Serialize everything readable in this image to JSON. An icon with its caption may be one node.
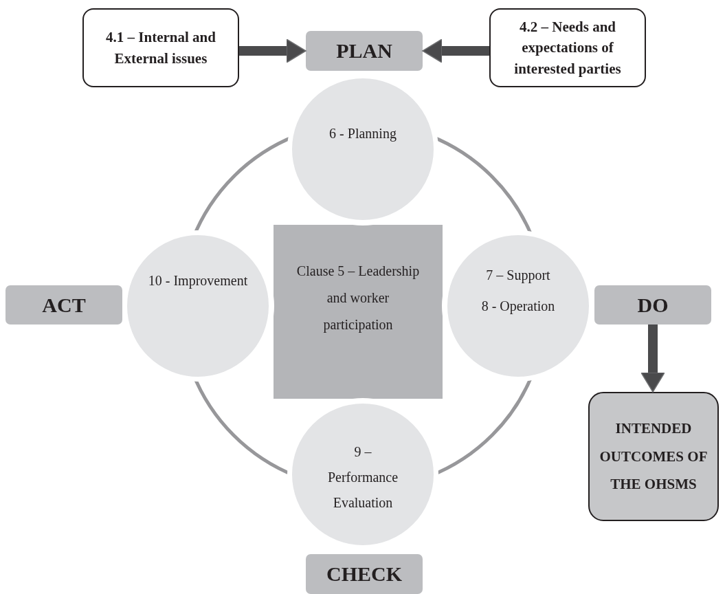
{
  "diagram": {
    "nodes": [
      {
        "text": [
          "4.1 – Internal and External issues"
        ]
      },
      {
        "text": [
          "PLAN"
        ]
      },
      {
        "text": [
          "4.2 – Needs and expectations of interested parties"
        ]
      },
      {
        "text": [
          "Clause 5 – Leadership and worker participation"
        ]
      },
      {
        "text": [
          "6 - Planning"
        ]
      },
      {
        "text": [
          "10 - Improvement"
        ]
      },
      {
        "text": [
          "7 – Support",
          "8 - Operation"
        ]
      },
      {
        "text": [
          "9 – Performance Evaluation"
        ]
      },
      {
        "text": [
          "ACT"
        ]
      },
      {
        "text": [
          "DO"
        ]
      },
      {
        "text": [
          "CHECK"
        ]
      },
      {
        "text": [
          "INTENDED OUTCOMES OF THE OHSMS"
        ]
      }
    ],
    "edges": [
      {
        "from": 0,
        "to": 1,
        "arrow": "to"
      },
      {
        "from": 2,
        "to": 1,
        "arrow": "to"
      },
      {
        "from": 9,
        "to": 11,
        "arrow": "to"
      }
    ]
  }
}
